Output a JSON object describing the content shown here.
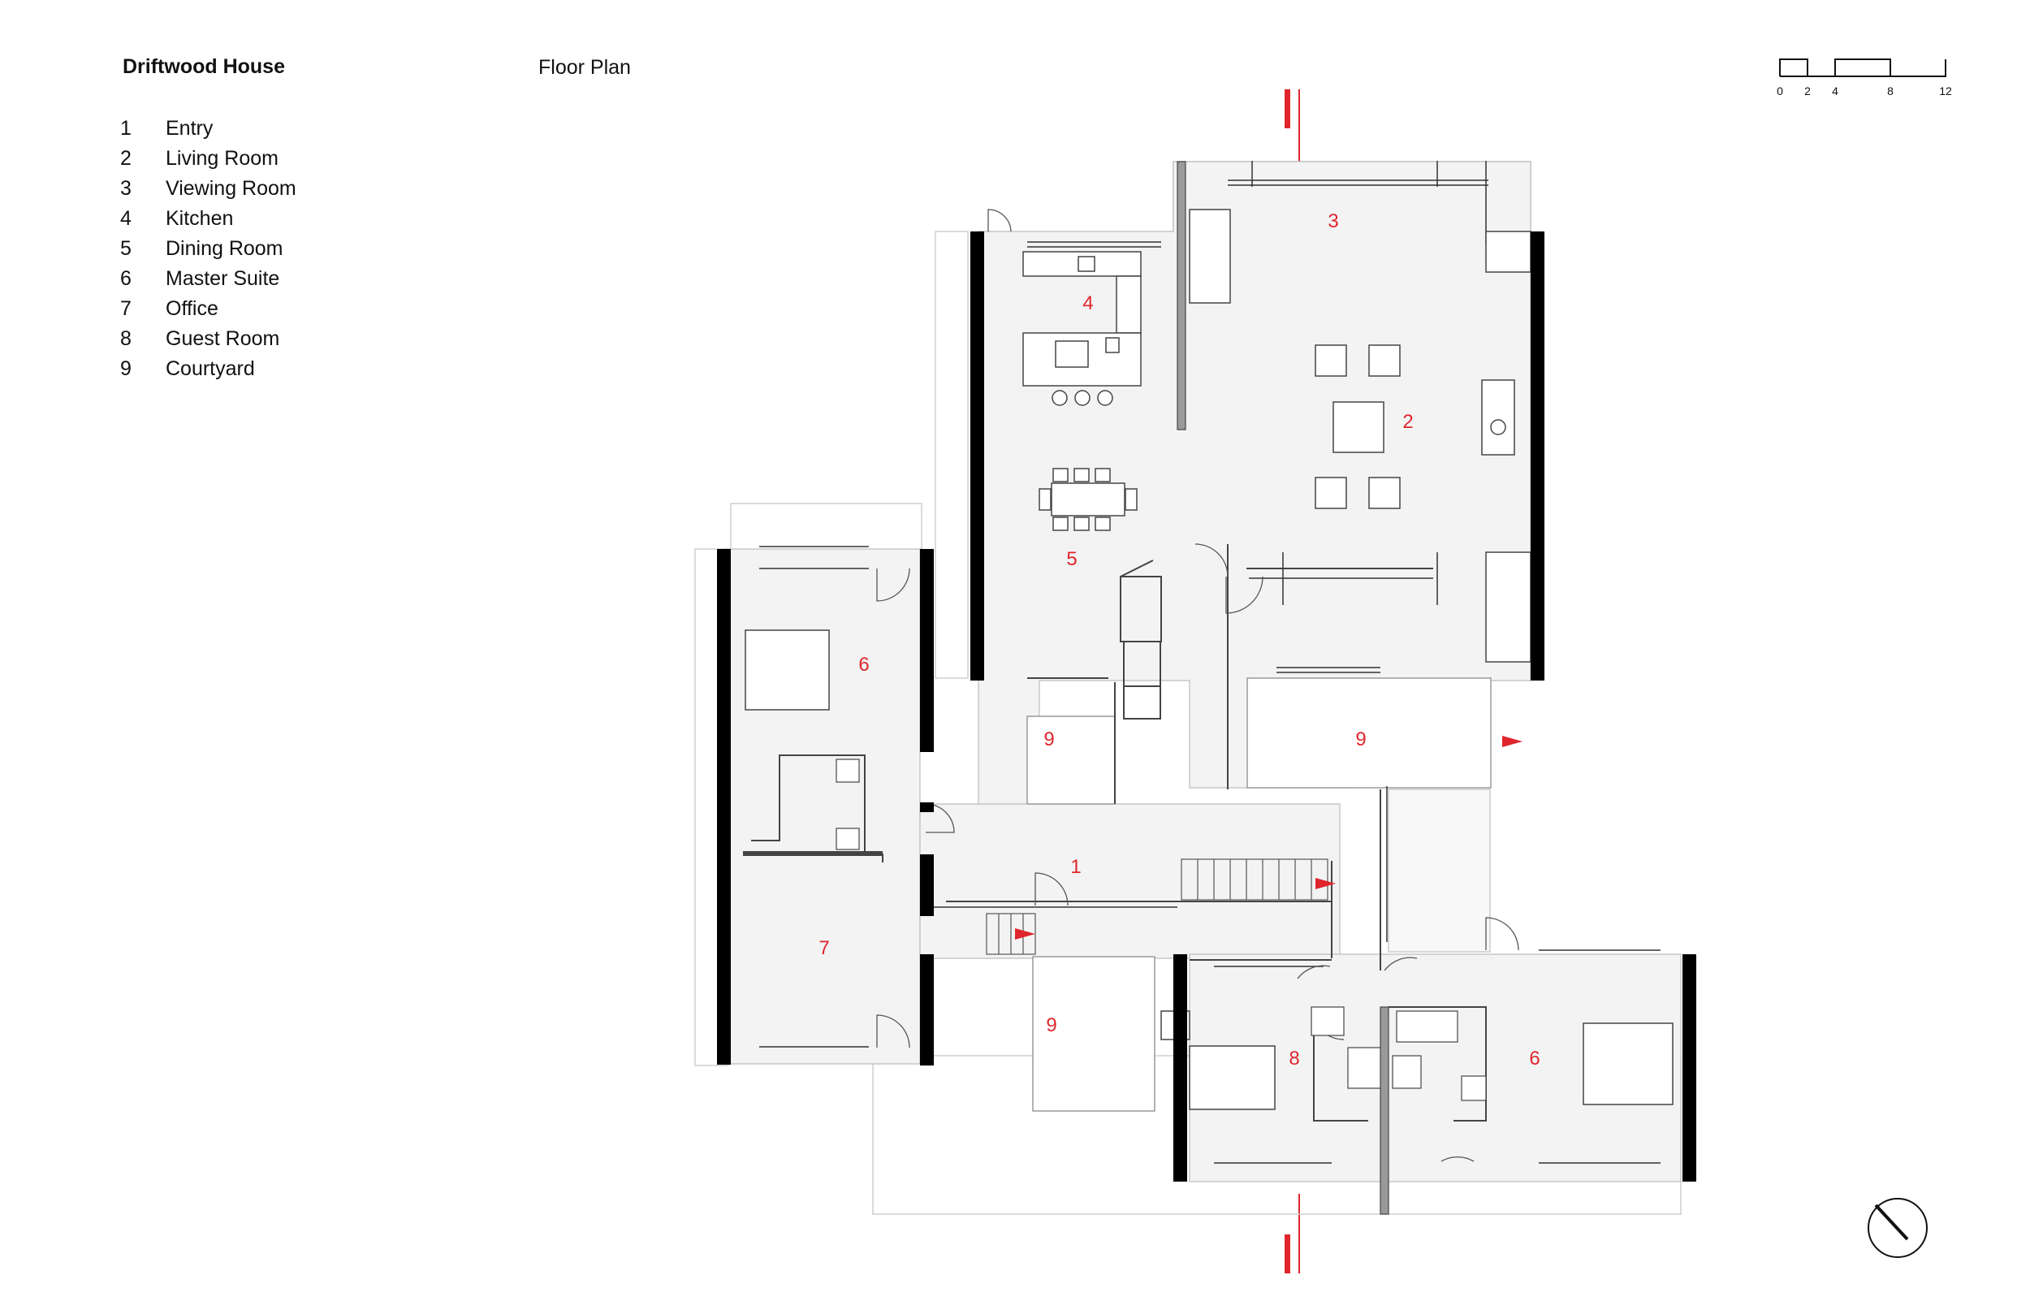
{
  "header": {
    "project": "Driftwood House",
    "sheet": "Floor Plan"
  },
  "legend": [
    {
      "num": "1",
      "label": "Entry"
    },
    {
      "num": "2",
      "label": "Living Room"
    },
    {
      "num": "3",
      "label": "Viewing Room"
    },
    {
      "num": "4",
      "label": "Kitchen"
    },
    {
      "num": "5",
      "label": "Dining Room"
    },
    {
      "num": "6",
      "label": "Master Suite"
    },
    {
      "num": "7",
      "label": "Office"
    },
    {
      "num": "8",
      "label": "Guest Room"
    },
    {
      "num": "9",
      "label": "Courtyard"
    }
  ],
  "scale_bar": {
    "ticks": [
      "0",
      "2",
      "4",
      "8",
      "12"
    ]
  },
  "room_tags": {
    "entry": "1",
    "living": "2",
    "viewing": "3",
    "kitchen": "4",
    "dining": "5",
    "master_west": "6",
    "master_east": "6",
    "office": "7",
    "guest": "8",
    "courtyard_west": "9",
    "courtyard_east": "9",
    "courtyard_south": "9"
  },
  "colors": {
    "accent": "#e0262c",
    "floor": "#f3f3f3",
    "wall": "#000000",
    "line": "#555555"
  }
}
